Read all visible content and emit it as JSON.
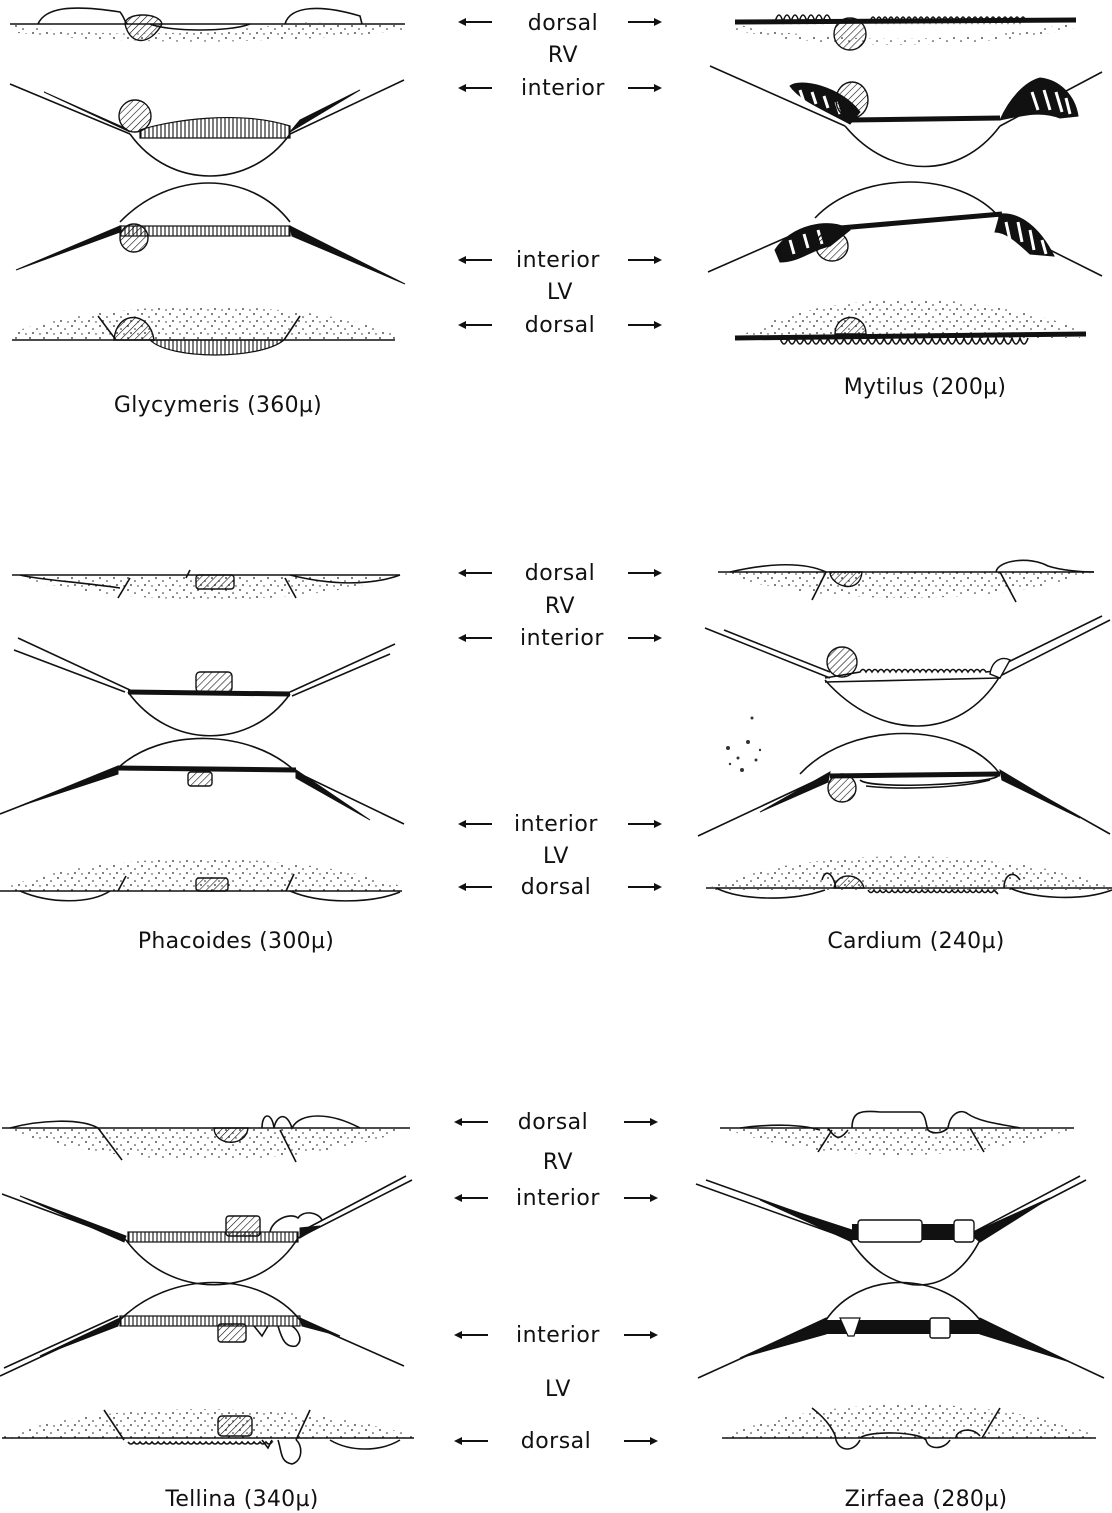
{
  "specimens": [
    {
      "name": "Glycymeris",
      "size": "(360µ)",
      "caption": "Glycymeris (360µ)"
    },
    {
      "name": "Mytilus",
      "size": "(200µ)",
      "caption": "Mytilus (200µ)"
    },
    {
      "name": "Phacoides",
      "size": "(300µ)",
      "caption": "Phacoides (300µ)"
    },
    {
      "name": "Cardium",
      "size": "(240µ)",
      "caption": "Cardium (240µ)"
    },
    {
      "name": "Tellina",
      "size": "(340µ)",
      "caption": "Tellina (340µ)"
    },
    {
      "name": "Zirfaea",
      "size": "(280µ)",
      "caption": "Zirfaea (280µ)"
    }
  ],
  "orientation_labels": {
    "dorsal_rv": "dorsal",
    "rv": "RV",
    "interior_rv": "interior",
    "interior_lv": "interior",
    "lv": "LV",
    "dorsal_lv": "dorsal"
  }
}
